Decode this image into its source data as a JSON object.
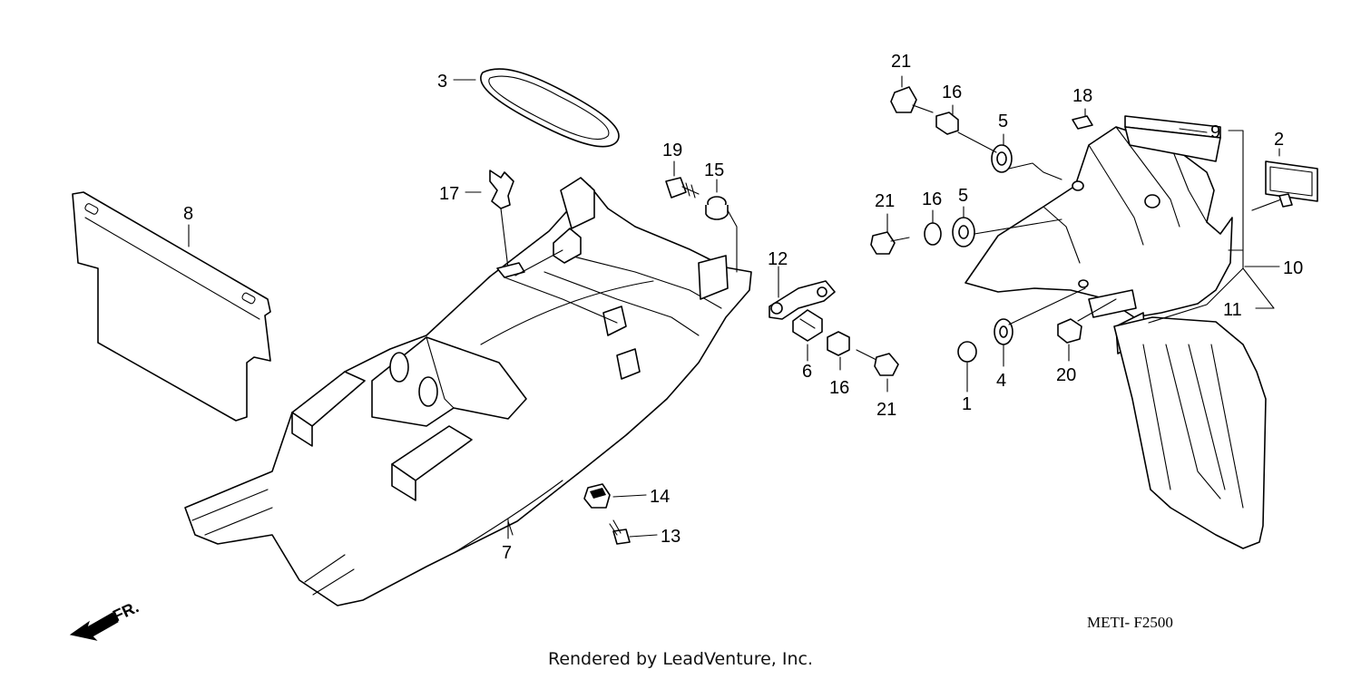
{
  "diagram": {
    "callouts": [
      "1",
      "2",
      "3",
      "4",
      "5",
      "5",
      "6",
      "7",
      "8",
      "9",
      "10",
      "11",
      "12",
      "13",
      "14",
      "15",
      "16",
      "16",
      "16",
      "17",
      "18",
      "19",
      "20",
      "21",
      "21",
      "21"
    ],
    "direction_label": "FR.",
    "diagram_code": "METI- F2500",
    "credit": "Rendered by LeadVenture, Inc."
  }
}
